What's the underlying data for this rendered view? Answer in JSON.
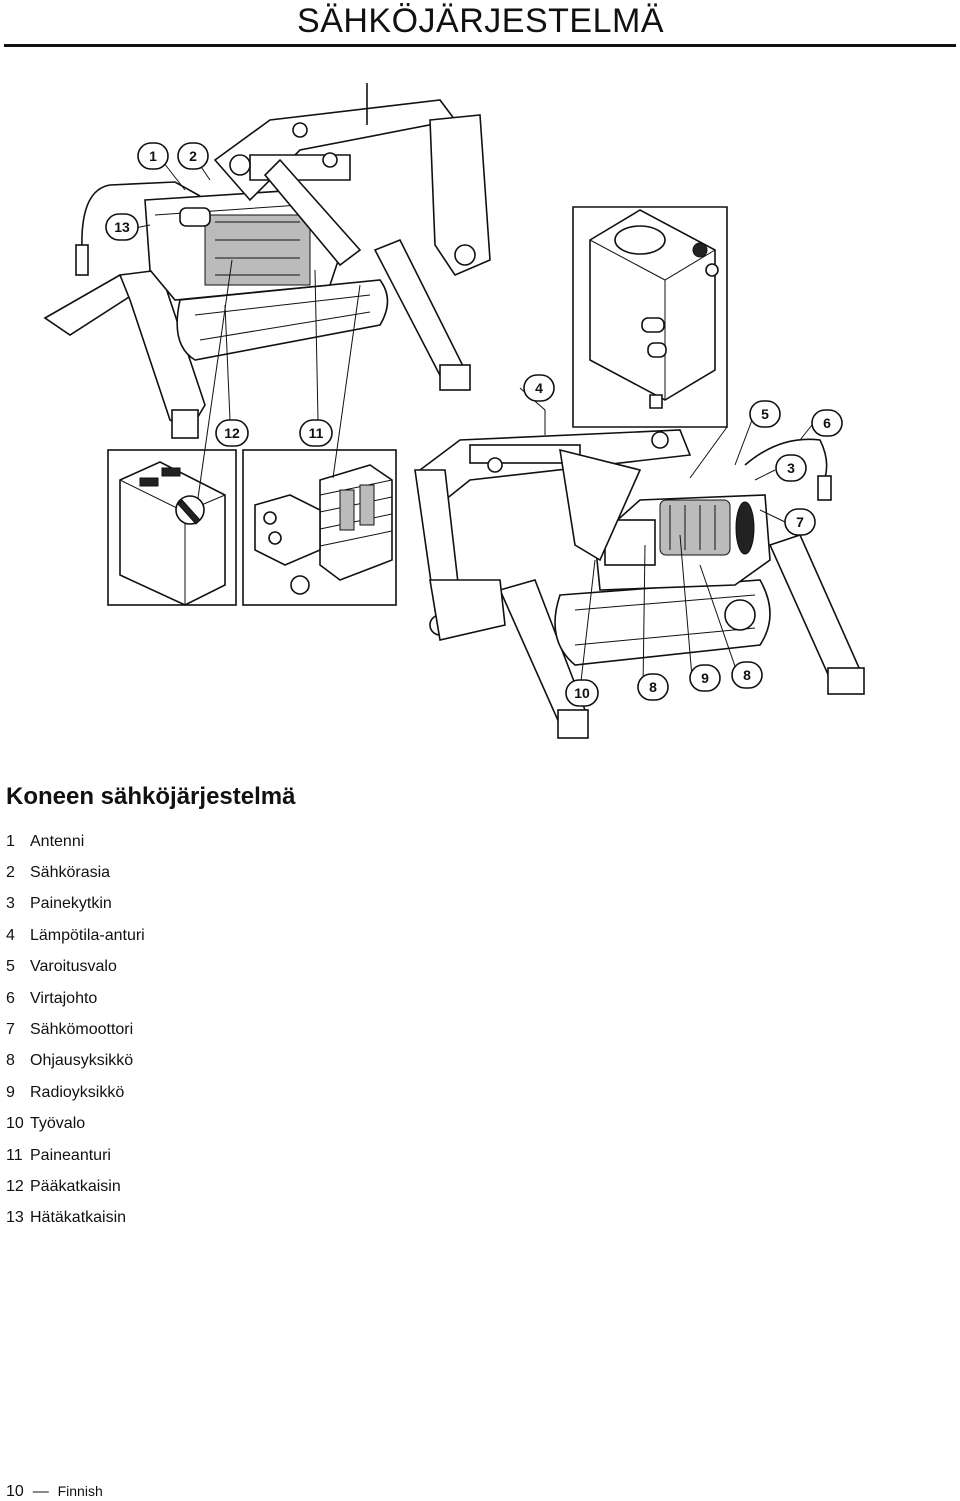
{
  "header": {
    "title": "SÄHKÖJÄRJESTELMÄ"
  },
  "figure": {
    "callouts": [
      "1",
      "2",
      "13",
      "4",
      "5",
      "6",
      "3",
      "7",
      "12",
      "11",
      "10",
      "8",
      "9",
      "8"
    ]
  },
  "section": {
    "heading": "Koneen sähköjärjestelmä"
  },
  "legend": [
    {
      "num": "1",
      "label": "Antenni"
    },
    {
      "num": "2",
      "label": "Sähkörasia"
    },
    {
      "num": "3",
      "label": "Painekytkin"
    },
    {
      "num": "4",
      "label": "Lämpötila-anturi"
    },
    {
      "num": "5",
      "label": "Varoitusvalo"
    },
    {
      "num": "6",
      "label": "Virtajohto"
    },
    {
      "num": "7",
      "label": "Sähkömoottori"
    },
    {
      "num": "8",
      "label": "Ohjausyksikkö"
    },
    {
      "num": "9",
      "label": "Radioyksikkö"
    },
    {
      "num": "10",
      "label": "Työvalo"
    },
    {
      "num": "11",
      "label": "Paineanturi"
    },
    {
      "num": "12",
      "label": "Pääkatkaisin"
    },
    {
      "num": "13",
      "label": "Hätäkatkaisin"
    }
  ],
  "footer": {
    "page_number": "10",
    "language": "Finnish"
  }
}
